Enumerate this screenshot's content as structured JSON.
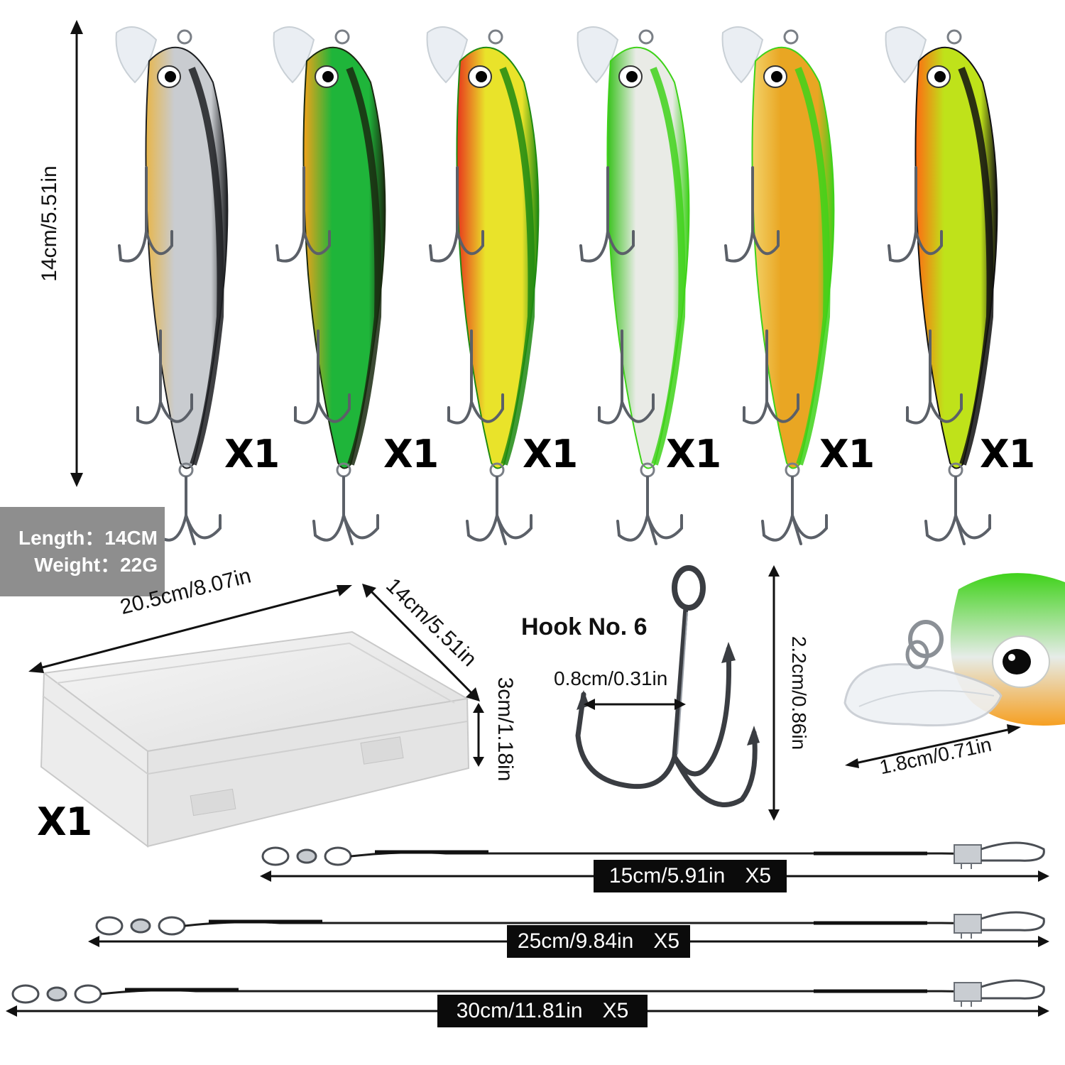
{
  "lure_set": {
    "height_label": "14cm/5.51in",
    "lures": [
      {
        "name": "silver-black",
        "qty": "X1",
        "body_color": "#c9ccd0",
        "back_color": "#1d1f22",
        "accent_color": "#e8b64a"
      },
      {
        "name": "green-orange",
        "qty": "X1",
        "body_color": "#1fb53a",
        "back_color": "#1a2a10",
        "accent_color": "#f3a21a"
      },
      {
        "name": "yellow-red",
        "qty": "X1",
        "body_color": "#e9e32a",
        "back_color": "#1f8a12",
        "accent_color": "#e8341c"
      },
      {
        "name": "white-green",
        "qty": "X1",
        "body_color": "#e9ebe6",
        "back_color": "#3fd21a",
        "accent_color": "#37c21b"
      },
      {
        "name": "gold-green",
        "qty": "X1",
        "body_color": "#e9a623",
        "back_color": "#3fd21a",
        "accent_color": "#f3d36a"
      },
      {
        "name": "lime-orange",
        "qty": "X1",
        "body_color": "#bfe21a",
        "back_color": "#111111",
        "accent_color": "#ff6a12"
      }
    ]
  },
  "specs": {
    "length": "Length：14CM",
    "weight": "Weight：22G"
  },
  "tackle_box": {
    "length_label": "20.5cm/8.07in",
    "width_label": "14cm/5.51in",
    "height_label": "3cm/1.18in",
    "qty": "X1"
  },
  "hook": {
    "title": "Hook No. 6",
    "gap_label": "0.8cm/0.31in",
    "height_label": "2.2cm/0.86in"
  },
  "lip": {
    "length_label": "1.8cm/0.71in"
  },
  "leaders": [
    {
      "length": "15cm/5.91in",
      "qty": "X5"
    },
    {
      "length": "25cm/9.84in",
      "qty": "X5"
    },
    {
      "length": "30cm/11.81in",
      "qty": "X5"
    }
  ]
}
